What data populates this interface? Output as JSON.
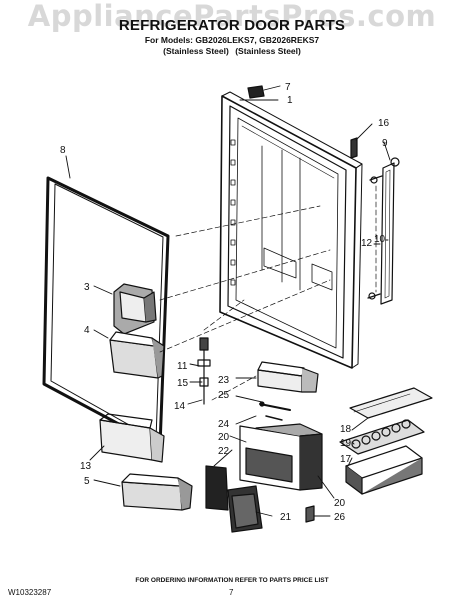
{
  "watermark": "AppliancePartsPros.com",
  "header": {
    "title": "REFRIGERATOR DOOR PARTS",
    "models": "For Models: GB2026LEKS7, GB2026REKS7",
    "finish_left": "(Stainless Steel)",
    "finish_right": "(Stainless Steel)"
  },
  "callouts": [
    "1",
    "3",
    "4",
    "5",
    "7",
    "8",
    "9",
    "10",
    "11",
    "12",
    "13",
    "14",
    "15",
    "16",
    "17",
    "18",
    "19",
    "20",
    "21",
    "22",
    "23",
    "24",
    "25",
    "26"
  ],
  "footer": {
    "note": "FOR ORDERING INFORMATION REFER TO PARTS PRICE LIST",
    "doc_number": "W10323287",
    "page_number": "7"
  }
}
